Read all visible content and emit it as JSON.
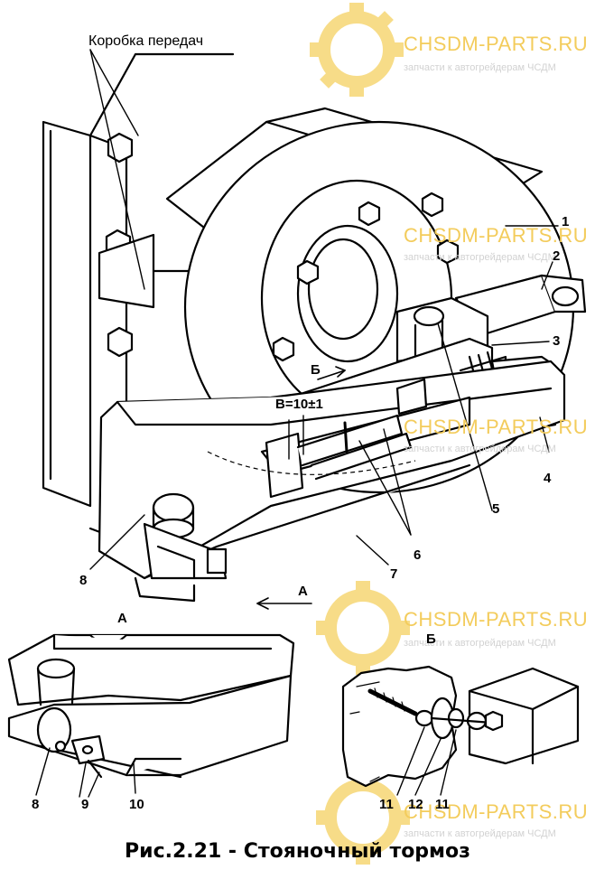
{
  "watermark": {
    "brand": "CHSDM-PARTS.RU",
    "tagline": "запчасти к автогрейдерам ЧСДМ",
    "color": "#f3cc5c"
  },
  "labels": {
    "gearbox": "Коробка передач",
    "callout_1": "1",
    "callout_2": "2",
    "callout_3": "3",
    "callout_4": "4",
    "callout_5": "5",
    "callout_6": "6",
    "callout_7": "7",
    "callout_8": "8",
    "view_b_arrow": "Б",
    "dimension": "В=10±1",
    "view_a_arrow": "А",
    "view_a_title": "А",
    "view_b_title": "Б",
    "detail_8": "8",
    "detail_9": "9",
    "detail_10": "10",
    "detail_11a": "11",
    "detail_12": "12",
    "detail_11b": "11"
  },
  "caption": "Рис.2.21 - Стояночный тормоз"
}
